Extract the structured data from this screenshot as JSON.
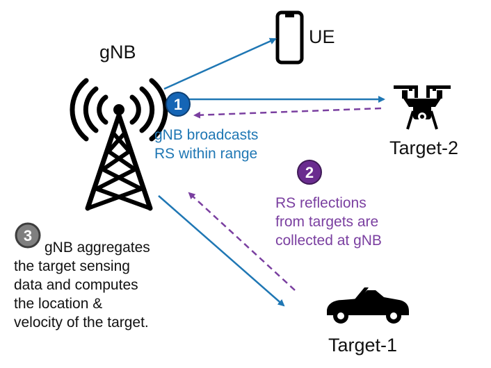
{
  "labels": {
    "gnb": "gNB",
    "ue": "UE",
    "target2": "Target-2",
    "target1": "Target-1"
  },
  "steps": [
    {
      "number": "1",
      "lines": [
        "gNB broadcasts",
        "RS within range"
      ]
    },
    {
      "number": "2",
      "lines": [
        "RS reflections",
        "from targets are",
        "collected at gNB"
      ]
    },
    {
      "number": "3",
      "lines": [
        "gNB aggregates",
        "the target sensing",
        "data and computes",
        "the location &",
        "velocity of the target."
      ]
    }
  ],
  "colors": {
    "broadcast": "#1f77b4",
    "reflection": "#7a3fa0",
    "step1_badge": "#1565b5",
    "step2_badge": "#6a2c8f",
    "step3_badge": "#7f7f7f",
    "icons": "#000000"
  },
  "icons": [
    "cell-tower-icon",
    "smartphone-icon",
    "drone-icon",
    "car-icon"
  ]
}
